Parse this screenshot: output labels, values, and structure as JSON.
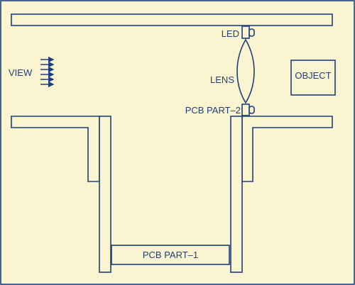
{
  "labels": {
    "led": "LED",
    "lens": "LENS",
    "view": "VIEW",
    "object": "OBJECT",
    "pcb_part_2": "PCB PART–2",
    "pcb_part_1": "PCB PART–1"
  },
  "colors": {
    "background": "#faf4d0",
    "stroke": "#1f3f7a"
  }
}
